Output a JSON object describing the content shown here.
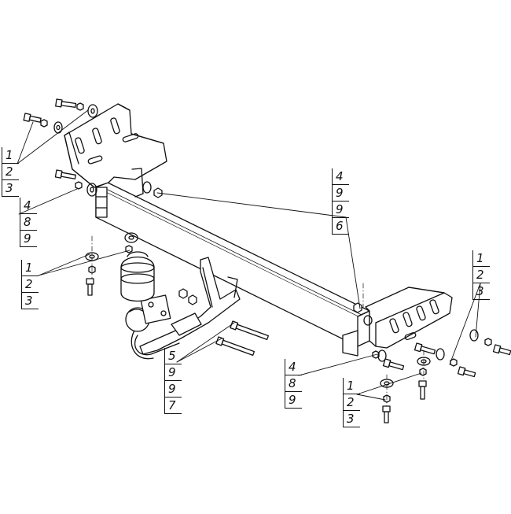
{
  "callouts": [
    {
      "id": "c1",
      "lines": [
        "1",
        "2",
        "3"
      ]
    },
    {
      "id": "c2",
      "lines": [
        "4",
        "8",
        "9"
      ]
    },
    {
      "id": "c3",
      "lines": [
        "1",
        "2",
        "3"
      ]
    },
    {
      "id": "c4",
      "lines": [
        "4",
        "9",
        "9",
        "6"
      ]
    },
    {
      "id": "c5",
      "lines": [
        "1",
        "2",
        "3"
      ]
    },
    {
      "id": "c6",
      "lines": [
        "5",
        "9",
        "9",
        "7"
      ]
    },
    {
      "id": "c7",
      "lines": [
        "4",
        "8",
        "9"
      ]
    },
    {
      "id": "c8",
      "lines": [
        "1",
        "2",
        "3"
      ]
    }
  ]
}
